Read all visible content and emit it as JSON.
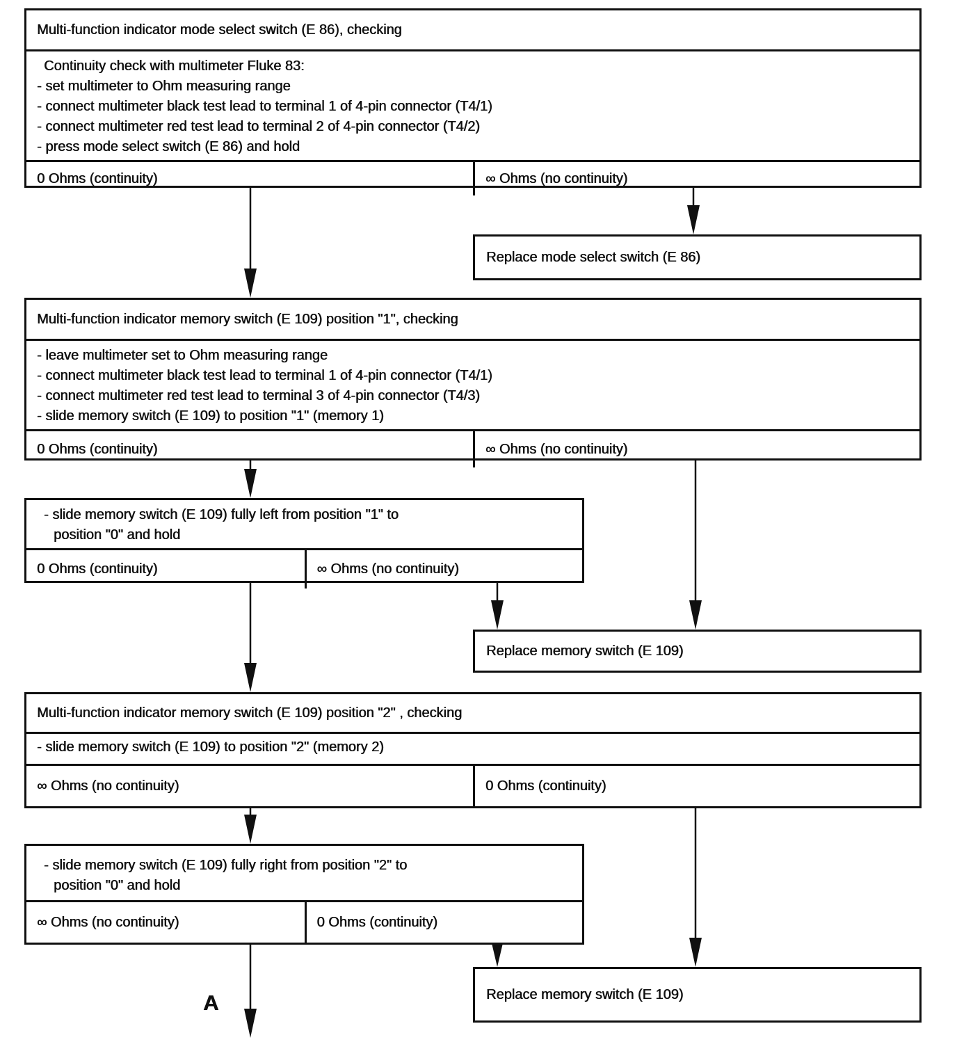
{
  "colors": {
    "ink": "#101010",
    "paper": "#ffffff"
  },
  "s1": {
    "title": "Multi-function indicator mode select switch (E 86), checking",
    "lines": [
      "Continuity check with multimeter Fluke 83:",
      "- set multimeter to Ohm measuring range",
      "- connect multimeter black test lead to terminal 1 of 4-pin connector (T4/1)",
      "- connect multimeter red test lead to terminal 2 of 4-pin connector (T4/2)",
      "- press mode select switch (E 86) and hold"
    ],
    "left": "0 Ohms (continuity)",
    "right": "∞ Ohms (no continuity)"
  },
  "replace_mode": {
    "label": "Replace mode select switch (E 86)"
  },
  "s2": {
    "title": "Multi-function indicator memory switch (E 109) position \"1\", checking",
    "lines": [
      "- leave multimeter set to Ohm measuring range",
      "- connect multimeter black test lead to terminal 1 of 4-pin connector (T4/1)",
      "- connect multimeter red test lead to terminal 3 of 4-pin connector (T4/3)",
      "- slide memory switch (E 109) to position \"1\" (memory 1)"
    ],
    "left": "0 Ohms (continuity)",
    "right": "∞ Ohms (no continuity)"
  },
  "s3": {
    "lines": [
      "- slide memory switch (E 109) fully left from position \"1\" to",
      "position \"0\" and hold"
    ],
    "left": "0 Ohms (continuity)",
    "right": "∞ Ohms (no continuity)"
  },
  "replace_memory_1": {
    "label": "Replace memory switch (E 109)"
  },
  "s4": {
    "title": "Multi-function indicator memory switch (E 109) position \"2\" , checking",
    "lines": [
      "- slide memory switch (E 109) to position \"2\" (memory 2)"
    ],
    "left": "∞ Ohms (no continuity)",
    "right": "0 Ohms (continuity)"
  },
  "s5": {
    "lines": [
      "- slide memory switch (E 109) fully right from position \"2\" to",
      "position \"0\" and hold"
    ],
    "left": "∞ Ohms (no continuity)",
    "right": "0 Ohms (continuity)"
  },
  "replace_memory_2": {
    "label": "Replace memory switch (E 109)"
  },
  "continuation": {
    "label": "A"
  }
}
